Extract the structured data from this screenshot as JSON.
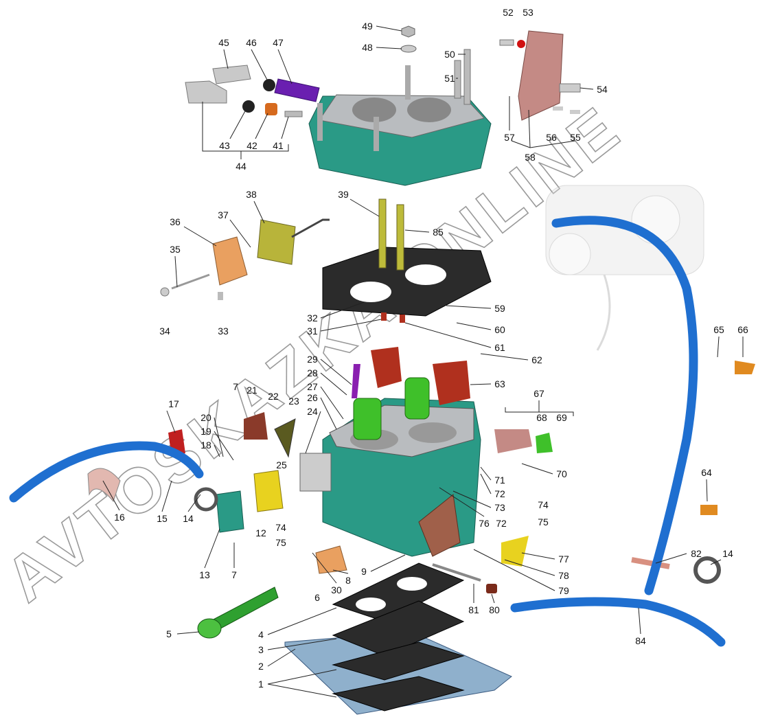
{
  "diagram": {
    "watermark": "AVTOSKAZKA.ONLINE",
    "colors": {
      "body": "#2a9a86",
      "hose": "#1f6fd0",
      "gasket": "#2b2b2b",
      "accent_green": "#3fc02a",
      "accent_red": "#b0301e",
      "accent_yellow": "#e8d21f"
    },
    "labels": [
      "49",
      "52",
      "53",
      "48",
      "50",
      "45",
      "46",
      "47",
      "51",
      "54",
      "43",
      "42",
      "41",
      "44",
      "57",
      "56",
      "55",
      "58",
      "39",
      "38",
      "36",
      "37",
      "85",
      "35",
      "59",
      "32",
      "34",
      "33",
      "31",
      "60",
      "61",
      "62",
      "29",
      "28",
      "63",
      "27",
      "7",
      "21",
      "22",
      "23",
      "26",
      "65",
      "66",
      "67",
      "17",
      "68",
      "69",
      "24",
      "20",
      "19",
      "18",
      "25",
      "70",
      "71",
      "72",
      "64",
      "73",
      "74",
      "14",
      "15",
      "16",
      "12",
      "74",
      "76",
      "72",
      "75",
      "75",
      "82",
      "14",
      "77",
      "78",
      "9",
      "79",
      "13",
      "7",
      "8",
      "30",
      "6",
      "81",
      "80",
      "5",
      "4",
      "84",
      "3",
      "2",
      "1"
    ]
  }
}
